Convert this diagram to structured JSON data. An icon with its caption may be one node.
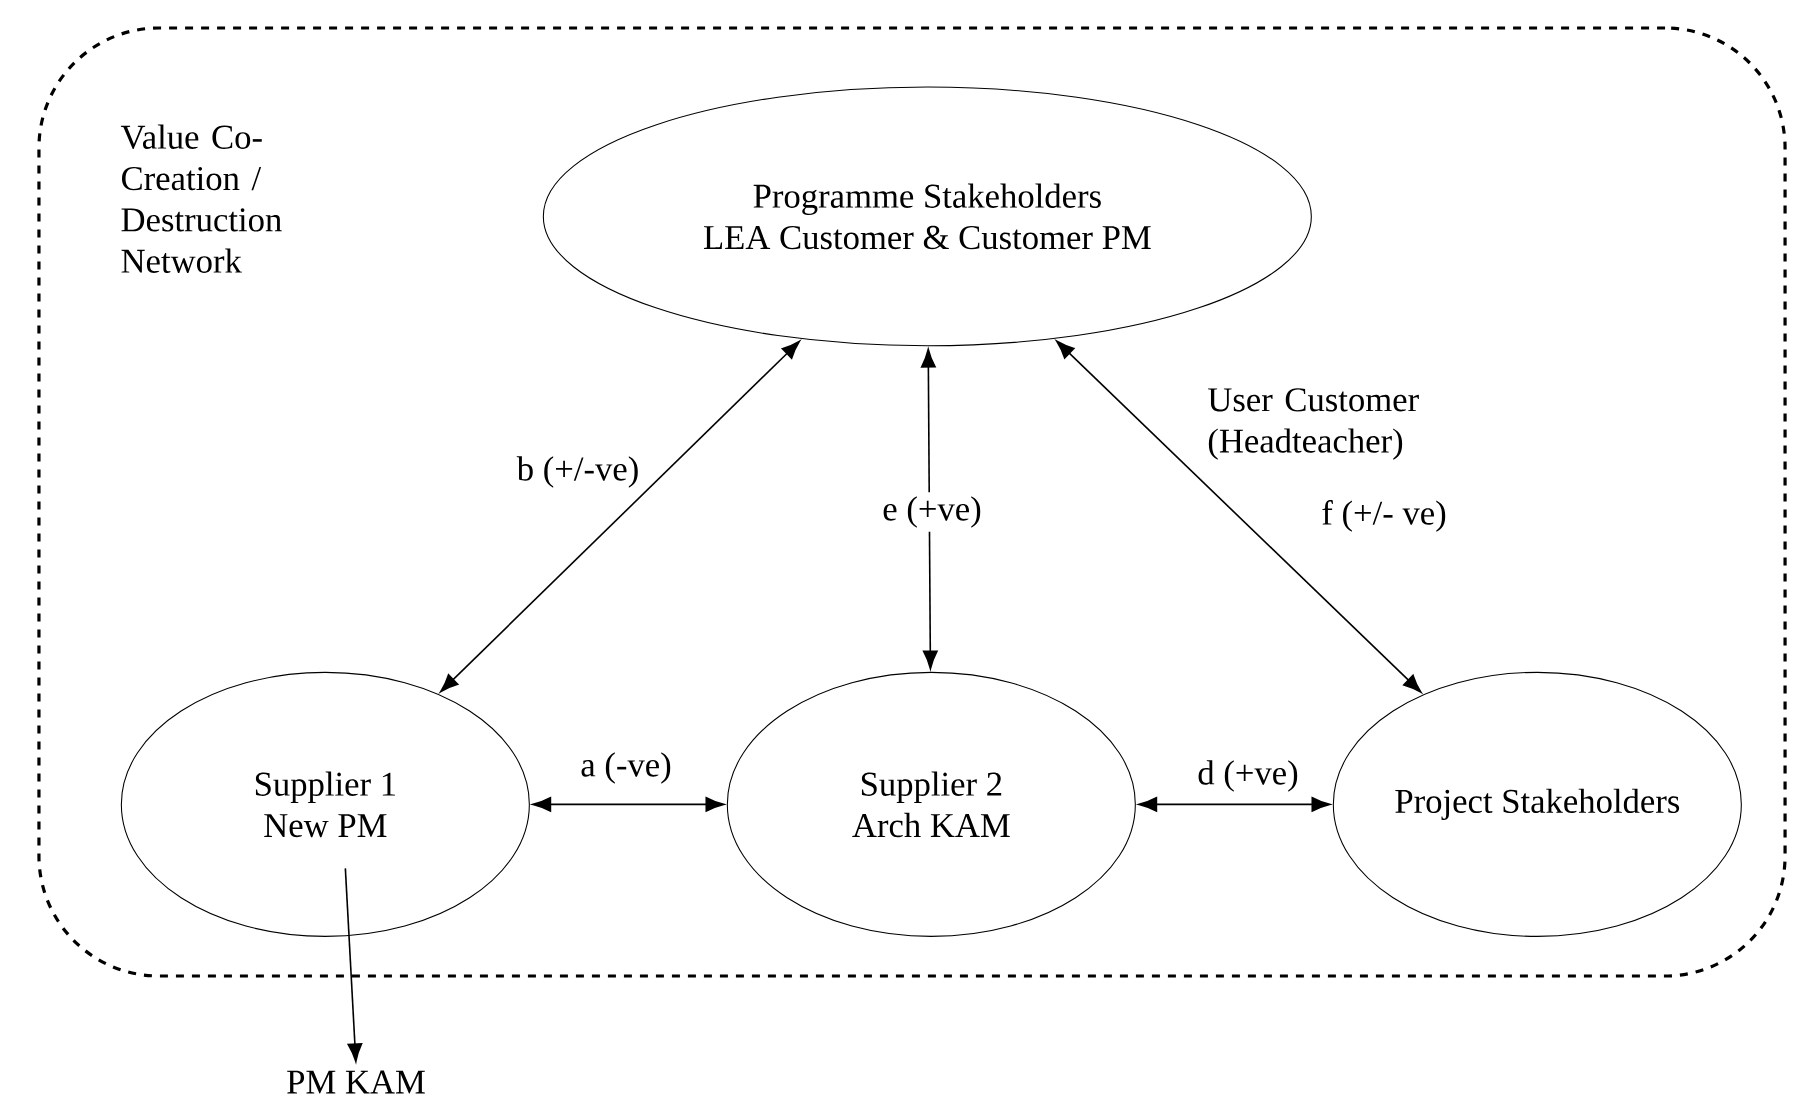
{
  "diagram": {
    "nodes": [
      {
        "text": [
          "Value Co-Creation / Destruction Network"
        ]
      },
      {
        "text": [
          "Programme Stakeholders",
          "LEA Customer & Customer PM"
        ],
        "in": 0
      },
      {
        "text": [
          "Supplier 1",
          "New PM"
        ],
        "in": 0
      },
      {
        "text": [
          "Supplier 2",
          "Arch KAM"
        ],
        "in": 0
      },
      {
        "text": [
          "Project Stakeholders"
        ],
        "in": 0
      },
      {
        "text": [
          "PM KAM"
        ]
      }
    ],
    "edges": [
      {
        "from": 2,
        "to": 1,
        "arrow": "both",
        "label": "b (+/-ve)"
      },
      {
        "from": 3,
        "to": 1,
        "arrow": "both",
        "label": "e (+ve)"
      },
      {
        "from": 4,
        "to": 1,
        "arrow": "both",
        "label": "f (+/- ve)"
      },
      {
        "from": 2,
        "to": 3,
        "arrow": "both",
        "label": "a (-ve)"
      },
      {
        "from": 3,
        "to": 4,
        "arrow": "both",
        "label": "d (+ve)"
      },
      {
        "from": 2,
        "to": 5,
        "arrow": "to"
      }
    ],
    "labels": [
      "User Customer (Headteacher)"
    ]
  }
}
